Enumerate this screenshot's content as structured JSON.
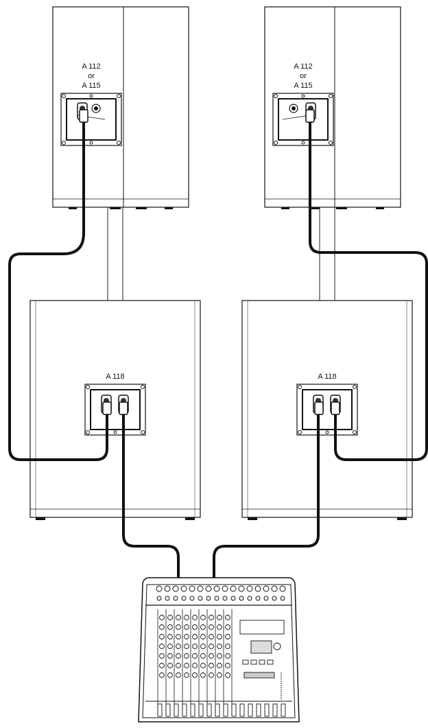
{
  "speakers": {
    "top_left_label": [
      "A 112",
      "or",
      "A 115"
    ],
    "top_right_label": [
      "A 112",
      "or",
      "A 115"
    ],
    "sub_left_label": "A 118",
    "sub_right_label": "A 118"
  },
  "mixer": {
    "brand_text": ""
  }
}
